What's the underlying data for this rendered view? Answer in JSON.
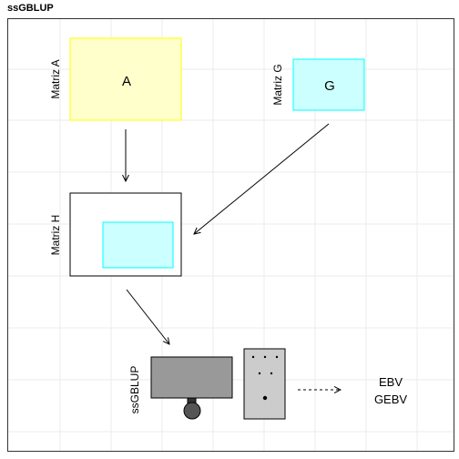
{
  "title": "ssGBLUP",
  "matrices": {
    "a": {
      "side_label": "Matriz A",
      "letter": "A",
      "fill": "#ffffcc",
      "stroke": "#ffff00"
    },
    "g": {
      "side_label": "Matriz G",
      "letter": "G",
      "fill": "#ccffff",
      "stroke": "#00ffff"
    },
    "h": {
      "side_label": "Matriz H",
      "fill": "#ffffff",
      "stroke": "#000000",
      "inner_fill": "#ccffff",
      "inner_stroke": "#00ffff"
    }
  },
  "computer": {
    "side_label": "ssGBLUP",
    "monitor_fill": "#999999",
    "tower_fill": "#cccccc",
    "mouse_fill": "#555555"
  },
  "outputs": {
    "line1": "EBV",
    "line2": "GEBV"
  },
  "colors": {
    "grid": "#ebebeb",
    "panel_border": "#333333",
    "arrow": "#000000"
  }
}
